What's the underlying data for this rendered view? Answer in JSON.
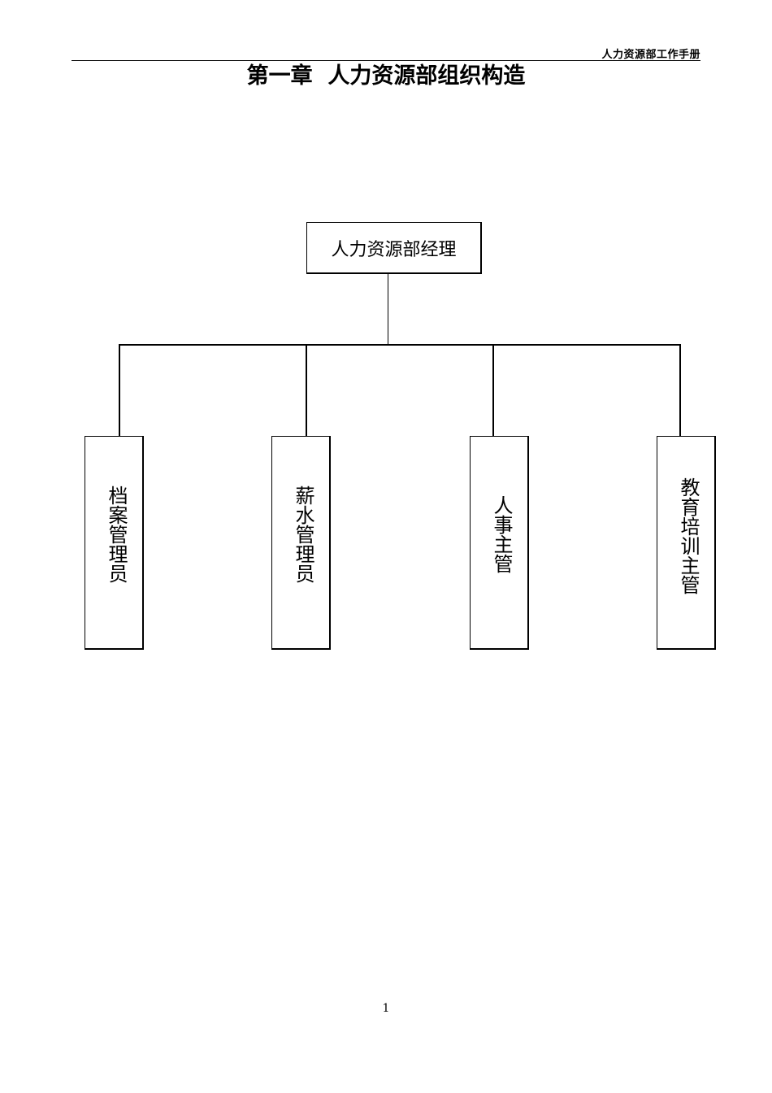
{
  "header": {
    "running_title": "人力资源部工作手册"
  },
  "chapter": {
    "title": "第一章  人力资源部组织构造"
  },
  "org_chart": {
    "root": {
      "label": "人力资源部经理"
    },
    "children": [
      {
        "label": "档案管理员"
      },
      {
        "label": "薪水管理员"
      },
      {
        "label": "人事主管"
      },
      {
        "label": "教育培训主管"
      }
    ]
  },
  "footer": {
    "page_number": "1"
  }
}
